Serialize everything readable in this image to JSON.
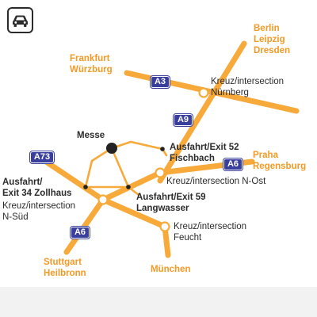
{
  "roads": {
    "color": "#f7a93a",
    "labels": {
      "a3": "A3",
      "a9": "A9",
      "a6_east": "A6",
      "a73": "A73",
      "a6_west": "A6"
    },
    "shield_color": "#3a3f9e"
  },
  "destinations": {
    "north_east": [
      "Berlin",
      "Leipzig",
      "Dresden"
    ],
    "north_west": [
      "Frankfurt",
      "Würzburg"
    ],
    "east": [
      "Praha",
      "Regensburg"
    ],
    "south_west": [
      "Stuttgart",
      "Heilbronn"
    ],
    "south": "München"
  },
  "places": {
    "messe": "Messe",
    "nurnberg_cross": [
      "Kreuz/intersection",
      "Nürnberg"
    ],
    "exit52": [
      "Ausfahrt/Exit 52",
      "Fischbach"
    ],
    "nost": "Kreuz/intersection N-Ost",
    "exit59": [
      "Ausfahrt/Exit 59",
      "Langwasser"
    ],
    "exit34": [
      "Ausfahrt/",
      "Exit 34 Zollhaus"
    ],
    "nsud": [
      "Kreuz/intersection",
      "N-Süd"
    ],
    "feucht": [
      "Kreuz/intersection",
      "Feucht"
    ]
  },
  "colors": {
    "destination_text": "#f39a26",
    "text": "#2b2b2b",
    "messe_dot": "#222222"
  },
  "icons": {
    "vehicle": "car-icon"
  }
}
